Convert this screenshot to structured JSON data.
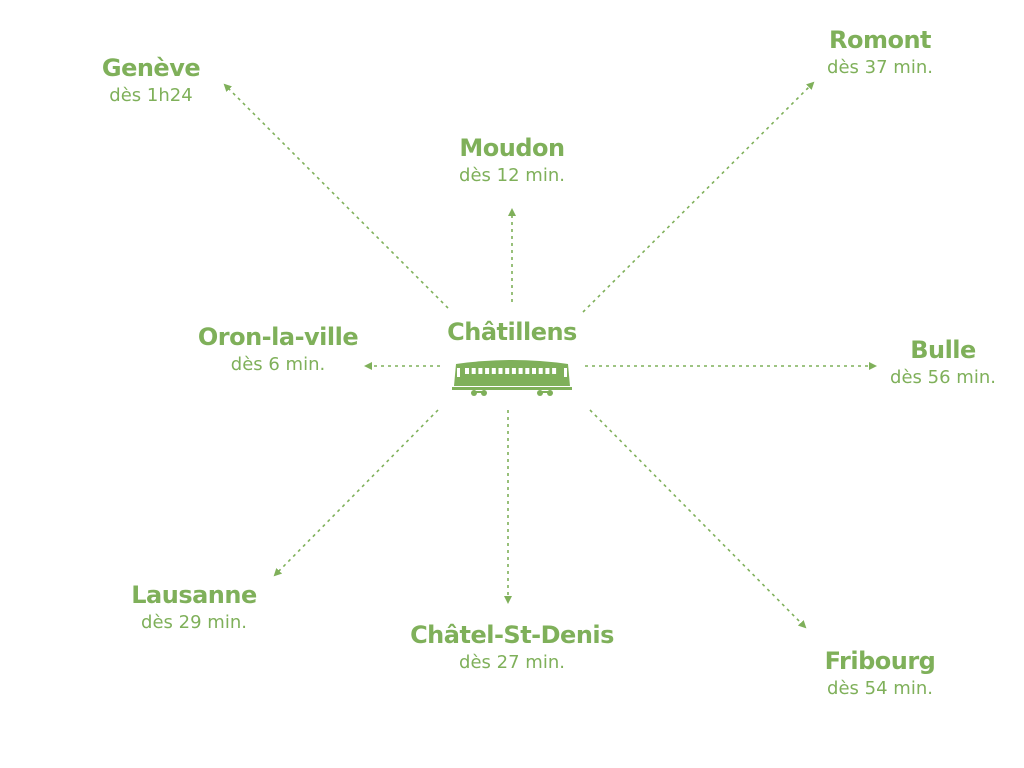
{
  "accent_color": "#7fb05a",
  "center": {
    "name": "Châtillens",
    "icon": "train-car-icon"
  },
  "destinations": [
    {
      "name": "Genève",
      "time": "dès 1h24"
    },
    {
      "name": "Moudon",
      "time": "dès 12 min."
    },
    {
      "name": "Romont",
      "time": "dès 37 min."
    },
    {
      "name": "Oron-la-ville",
      "time": "dès 6 min."
    },
    {
      "name": "Bulle",
      "time": "dès 56 min."
    },
    {
      "name": "Lausanne",
      "time": "dès 29 min."
    },
    {
      "name": "Châtel-St-Denis",
      "time": "dès 27 min."
    },
    {
      "name": "Fribourg",
      "time": "dès 54 min."
    }
  ]
}
